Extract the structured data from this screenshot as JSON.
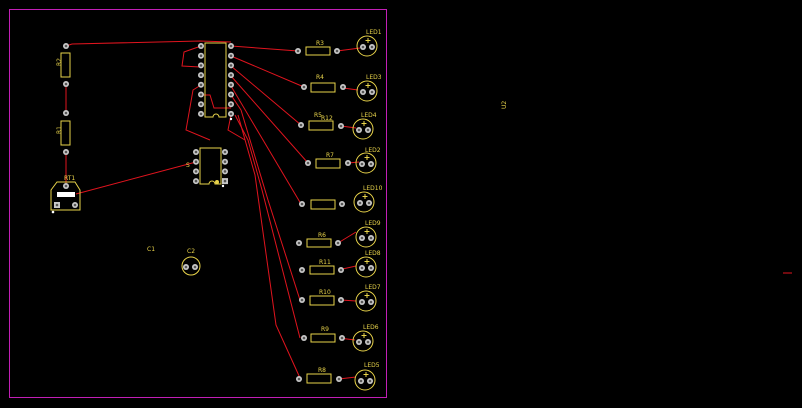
{
  "board": {
    "outline_color": "#c21fb6",
    "background": "#000000",
    "silk_color": "#e8d34a",
    "pad_fill": "#c8c8c8",
    "pad_hole": "#555555",
    "trace_color": "#e0141e"
  },
  "labels": {
    "R1": "R1",
    "R2": "R2",
    "R3": "R3",
    "R4": "R4",
    "R5": "R5",
    "R6": "R6",
    "R7": "R7",
    "R8": "R8",
    "R9": "R9",
    "R10": "R10",
    "R11": "R11",
    "R12": "R12",
    "RT1": "RT1",
    "C1": "C1",
    "C2": "C2",
    "U2": "U2",
    "LED1": "LED1",
    "LED2": "LED2",
    "LED3": "LED3",
    "LED4": "LED4",
    "LED5": "LED5",
    "LED6": "LED6",
    "LED7": "LED7",
    "LED8": "LED8",
    "LED9": "LED9",
    "LED10": "LED10",
    "S": "S"
  }
}
